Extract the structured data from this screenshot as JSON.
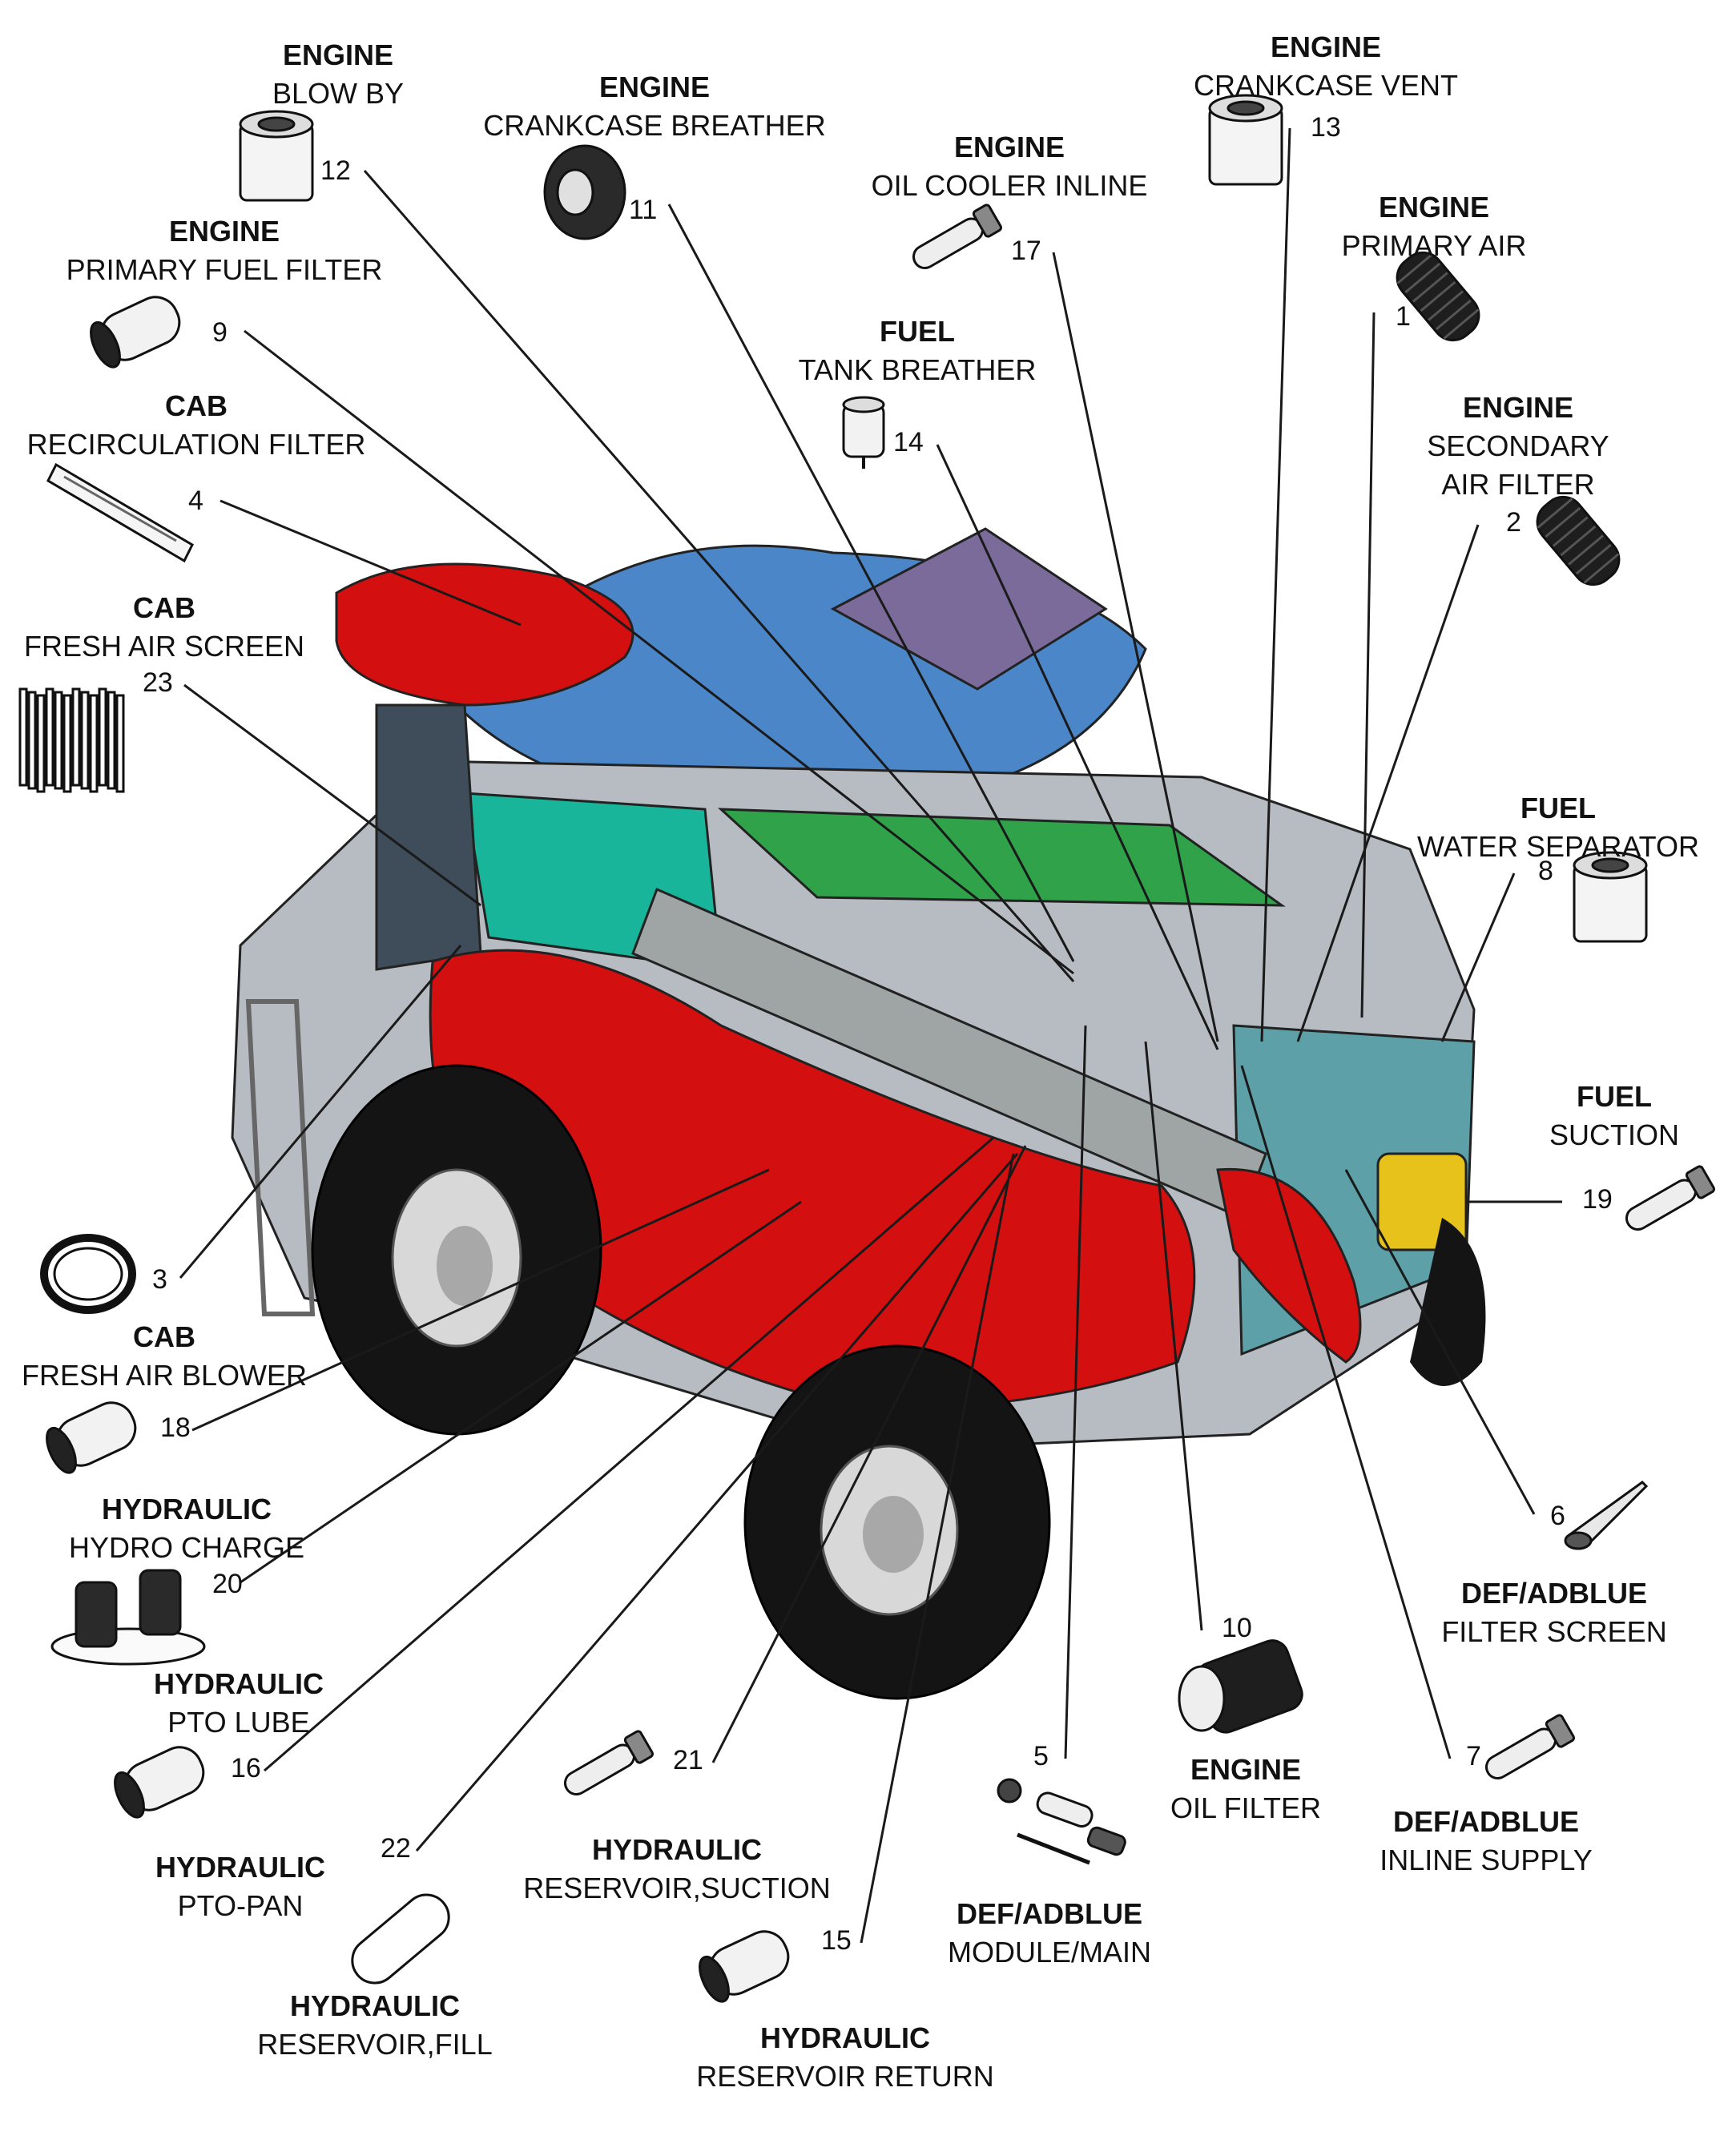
{
  "diagram_title": "",
  "colors": {
    "leader_line": "#1a1a1a",
    "body_red": "#d40f0f",
    "tire": "#141414",
    "rim": "#d8d8d8",
    "unloader": "#9fa5a5",
    "teal": "#18b59a",
    "blue_hopper": "#4a86c8",
    "green": "#2fa24a",
    "grey_panel": "#b7bcc2",
    "yellow": "#e6c21a",
    "purple": "#7b6b9a"
  },
  "callouts": [
    {
      "id": "c12",
      "number": "12",
      "category": "ENGINE",
      "description": "BLOW BY",
      "icon": "cartridge-filter-icon"
    },
    {
      "id": "c11",
      "number": "11",
      "category": "ENGINE",
      "description": "CRANKCASE BREATHER",
      "icon": "breather-disc-icon"
    },
    {
      "id": "c17",
      "number": "17",
      "category": "ENGINE",
      "description": "OIL COOLER INLINE",
      "icon": "inline-filter-icon"
    },
    {
      "id": "c13",
      "number": "13",
      "category": "ENGINE",
      "description": "CRANKCASE VENT",
      "icon": "cartridge-filter-icon"
    },
    {
      "id": "c1",
      "number": "1",
      "category": "ENGINE",
      "description": "PRIMARY AIR",
      "icon": "air-filter-icon"
    },
    {
      "id": "c9",
      "number": "9",
      "category": "ENGINE",
      "description": "PRIMARY FUEL FILTER",
      "icon": "spin-on-filter-icon"
    },
    {
      "id": "c14",
      "number": "14",
      "category": "FUEL",
      "description": "TANK BREATHER",
      "icon": "breather-cap-icon"
    },
    {
      "id": "c2",
      "number": "2",
      "category": "ENGINE",
      "description": "SECONDARY AIR FILTER",
      "icon": "air-filter-icon"
    },
    {
      "id": "c4",
      "number": "4",
      "category": "CAB",
      "description": "RECIRCULATION FILTER",
      "icon": "panel-filter-icon"
    },
    {
      "id": "c23",
      "number": "23",
      "category": "CAB",
      "description": "FRESH AIR SCREEN",
      "icon": "pleated-screen-icon"
    },
    {
      "id": "c8",
      "number": "8",
      "category": "FUEL",
      "description": "WATER SEPARATOR",
      "icon": "cartridge-filter-icon"
    },
    {
      "id": "c19",
      "number": "19",
      "category": "FUEL",
      "description": "SUCTION",
      "icon": "inline-filter-icon"
    },
    {
      "id": "c3",
      "number": "3",
      "category": "CAB",
      "description": "FRESH AIR BLOWER",
      "icon": "ring-filter-icon"
    },
    {
      "id": "c18",
      "number": "18",
      "category": "HYDRAULIC",
      "description": "HYDRO CHARGE",
      "icon": "spin-on-filter-icon"
    },
    {
      "id": "c20",
      "number": "20",
      "category": "HYDRAULIC",
      "description": "PTO LUBE",
      "icon": "twin-filter-icon"
    },
    {
      "id": "c16",
      "number": "16",
      "category": "HYDRAULIC",
      "description": "PTO-PAN",
      "icon": "spin-on-filter-icon"
    },
    {
      "id": "c22",
      "number": "22",
      "category": "HYDRAULIC",
      "description": "RESERVOIR,FILL",
      "icon": "tube-filter-icon"
    },
    {
      "id": "c21",
      "number": "21",
      "category": "HYDRAULIC",
      "description": "RESERVOIR,SUCTION",
      "icon": "inline-filter-icon"
    },
    {
      "id": "c15",
      "number": "15",
      "category": "HYDRAULIC",
      "description": "RESERVOIR RETURN",
      "icon": "spin-on-filter-icon"
    },
    {
      "id": "c5",
      "number": "5",
      "category": "DEF/ADBLUE",
      "description": "MODULE/MAIN",
      "icon": "filter-kit-icon"
    },
    {
      "id": "c10",
      "number": "10",
      "category": "ENGINE",
      "description": "OIL FILTER",
      "icon": "oil-filter-icon"
    },
    {
      "id": "c7",
      "number": "7",
      "category": "DEF/ADBLUE",
      "description": "INLINE SUPPLY",
      "icon": "inline-filter-icon"
    },
    {
      "id": "c6",
      "number": "6",
      "category": "DEF/ADBLUE",
      "description": "FILTER SCREEN",
      "icon": "cone-screen-icon"
    }
  ]
}
